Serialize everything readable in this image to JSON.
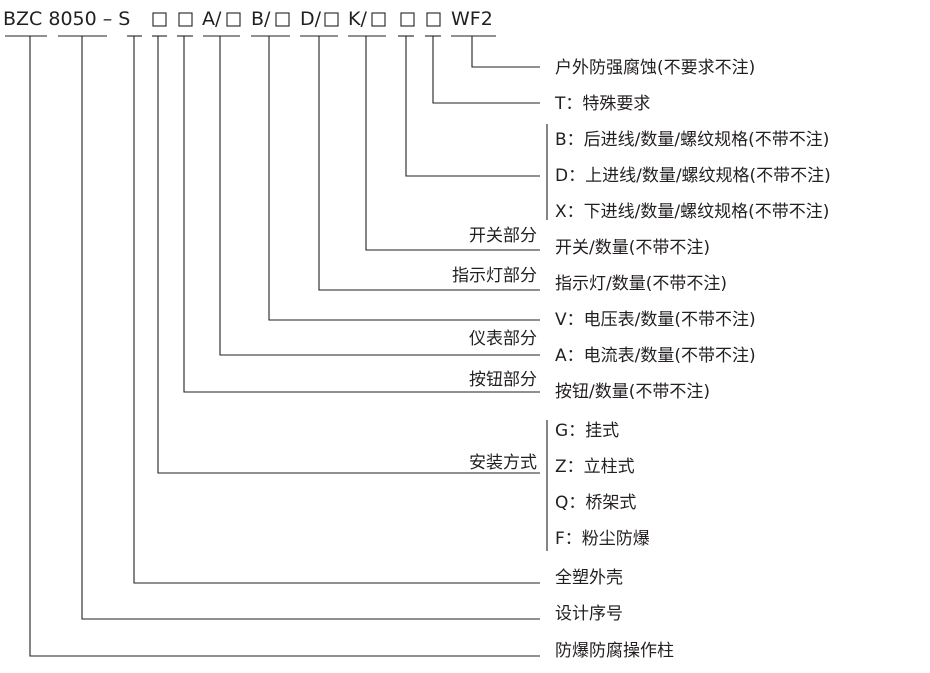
{
  "code": {
    "prefix": "BZC 8050 – S",
    "a": "A/",
    "b": "B/",
    "d": "D/",
    "k": "K/",
    "wf": "WF2"
  },
  "categories": {
    "switch": "开关部分",
    "indicator": "指示灯部分",
    "meter": "仪表部分",
    "button": "按钮部分",
    "install": "安装方式"
  },
  "items": {
    "anticorr": "户外防强腐蚀(不要求不注)",
    "special": "T：特殊要求",
    "entry_rear": "B：后进线/数量/螺纹规格(不带不注)",
    "entry_top": "D：上进线/数量/螺纹规格(不带不注)",
    "entry_bottom": "X：下进线/数量/螺纹规格(不带不注)",
    "switch": "开关/数量(不带不注)",
    "indicator": "指示灯/数量(不带不注)",
    "voltmeter": "V：电压表/数量(不带不注)",
    "ammeter": "A：电流表/数量(不带不注)",
    "button": "按钮/数量(不带不注)",
    "hanging": "G：挂式",
    "column": "Z：立柱式",
    "bridge": "Q：桥架式",
    "dustproof": "F：粉尘防爆",
    "plastic": "全塑外壳",
    "design": "设计序号",
    "product": "防爆防腐操作柱"
  }
}
